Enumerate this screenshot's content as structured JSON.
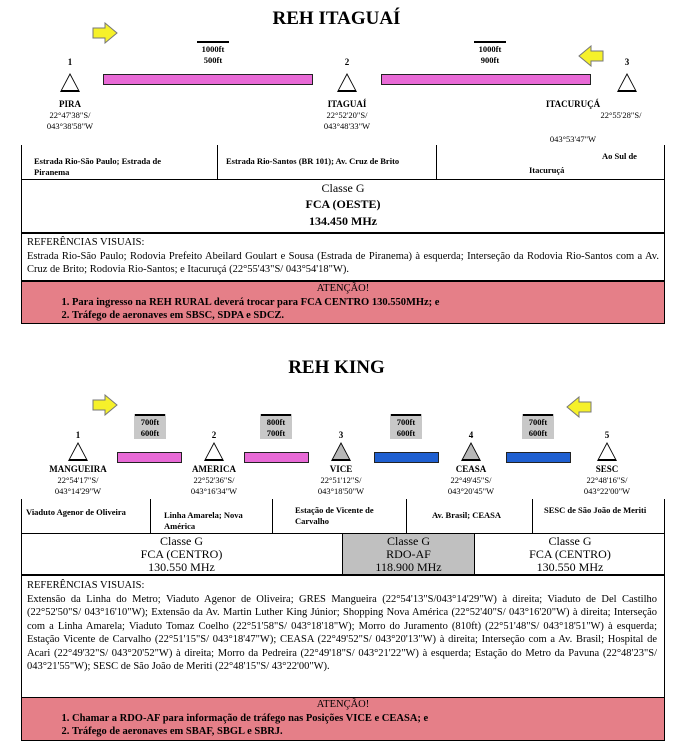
{
  "s1": {
    "title": "REH ITAGUAÍ",
    "points": [
      {
        "num": "1",
        "name": "PIRA",
        "lat": "22°47'38\"S/",
        "lon": "043°38'58\"W"
      },
      {
        "num": "2",
        "name": "ITAGUAÍ",
        "lat": "22°52'20\"S/",
        "lon": "043°48'33\"W"
      },
      {
        "num": "3",
        "name": "ITACURUÇÁ",
        "lat": "22°55'28\"S/",
        "lon": "043°53'47\"W"
      }
    ],
    "legs": [
      {
        "alt_top": "1000ft",
        "alt_bot": "500ft",
        "color": "#e86ad6"
      },
      {
        "alt_top": "1000ft",
        "alt_bot": "900ft",
        "color": "#e86ad6"
      }
    ],
    "roads": [
      "Estrada Rio-São Paulo; Estrada de Piranema",
      "Estrada Rio-Santos (BR 101); Av. Cruz de Brito",
      "Ao Sul de",
      "Itacuruçá"
    ],
    "freq": {
      "cls": "Classe G",
      "unit": "FCA (OESTE)",
      "mhz": "134.450 MHz"
    },
    "refs_title": "REFERÊNCIAS VISUAIS:",
    "refs": "Estrada Rio-São Paulo; Rodovia Prefeito Abeilard Goulart e Sousa (Estrada de Piranema) à esquerda; Interseção da Rodovia Rio-Santos com a Av.  Cruz de Brito; Rodovia Rio-Santos; e Itacuruçá (22°55'43\"S/ 043°54'18\"W).",
    "att_title": "ATENÇÃO!",
    "att": [
      "Para ingresso na REH RURAL deverá trocar para FCA CENTRO 130.550MHz; e",
      "Tráfego de aeronaves em SBSC, SDPA e SDCZ."
    ]
  },
  "s2": {
    "title": "REH KING",
    "points": [
      {
        "num": "1",
        "name": "MANGUEIRA",
        "lat": "22°54'17\"S/",
        "lon": "043°14'29\"W"
      },
      {
        "num": "2",
        "name": "AMERICA",
        "lat": "22°52'36\"S/",
        "lon": "043°16'34\"W"
      },
      {
        "num": "3",
        "name": "VICE",
        "lat": "22°51'12\"S/",
        "lon": "043°18'50\"W"
      },
      {
        "num": "4",
        "name": "CEASA",
        "lat": "22°49'45\"S/",
        "lon": "043°20'45\"W"
      },
      {
        "num": "5",
        "name": "SESC",
        "lat": "22°48'16\"S/",
        "lon": "043°22'00\"W"
      }
    ],
    "legs": [
      {
        "alt_top": "700ft",
        "alt_bot": "600ft",
        "color": "#e86ad6"
      },
      {
        "alt_top": "800ft",
        "alt_bot": "700ft",
        "color": "#e86ad6"
      },
      {
        "alt_top": "700ft",
        "alt_bot": "600ft",
        "color": "#1f5fd0"
      },
      {
        "alt_top": "700ft",
        "alt_bot": "600ft",
        "color": "#1f5fd0"
      }
    ],
    "roads": [
      "Viaduto Agenor de Oliveira",
      "Linha Amarela; Nova América",
      "Estação de Vicente de Carvalho",
      "Av. Brasil; CEASA",
      "SESC de São João de Meriti"
    ],
    "freqs": [
      {
        "cls": "Classe G",
        "unit": "FCA (CENTRO)",
        "mhz": "130.550 MHz"
      },
      {
        "cls": "Classe G",
        "unit": "RDO-AF",
        "mhz": "118.900 MHz"
      },
      {
        "cls": "Classe G",
        "unit": "FCA (CENTRO)",
        "mhz": "130.550 MHz"
      }
    ],
    "refs_title": "REFERÊNCIAS VISUAIS:",
    "refs": "Extensão da Linha do Metro; Viaduto Agenor de Oliveira; GRES Mangueira (22°54'13\"S/043°14'29\"W) à direita; Viaduto de Del Castilho (22°52'50\"S/  043°16'10\"W); Extensão da Av. Martin Luther King Júnior; Shopping Nova América (22°52'40\"S/ 043°16'20\"W) à direita; Interseção com a Linha Amarela; Viaduto Tomaz Coelho (22°51'58\"S/ 043°18'18\"W); Morro do Juramento (810ft) (22°51'48\"S/ 043°18'51\"W) à esquerda; Estação Vicente de Carvalho (22°51'15\"S/ 043°18'47\"W);  CEASA (22°49'52\"S/ 043°20'13\"W) à direita; Interseção com a Av. Brasil; Hospital de Acari (22°49'32\"S/ 043°20'52\"W) à direita; Morro da Pedreira (22°49'18\"S/ 043°21'22\"W) à esquerda; Estação do Metro da Pavuna (22°48'23\"S/ 043°21'55\"W); SESC de São João de Meriti (22°48'15\"S/ 43°22'00\"W).",
    "att_title": "ATENÇÃO!",
    "att": [
      "Chamar a RDO-AF para informação de tráfego nas Posições VICE e CEASA; e",
      "Tráfego de aeronaves em SBAF, SBGL e SBRJ."
    ]
  },
  "colors": {
    "arrow": "#f6f12a",
    "attention": "#e57f88",
    "gray_cell": "#c0c0c0"
  }
}
